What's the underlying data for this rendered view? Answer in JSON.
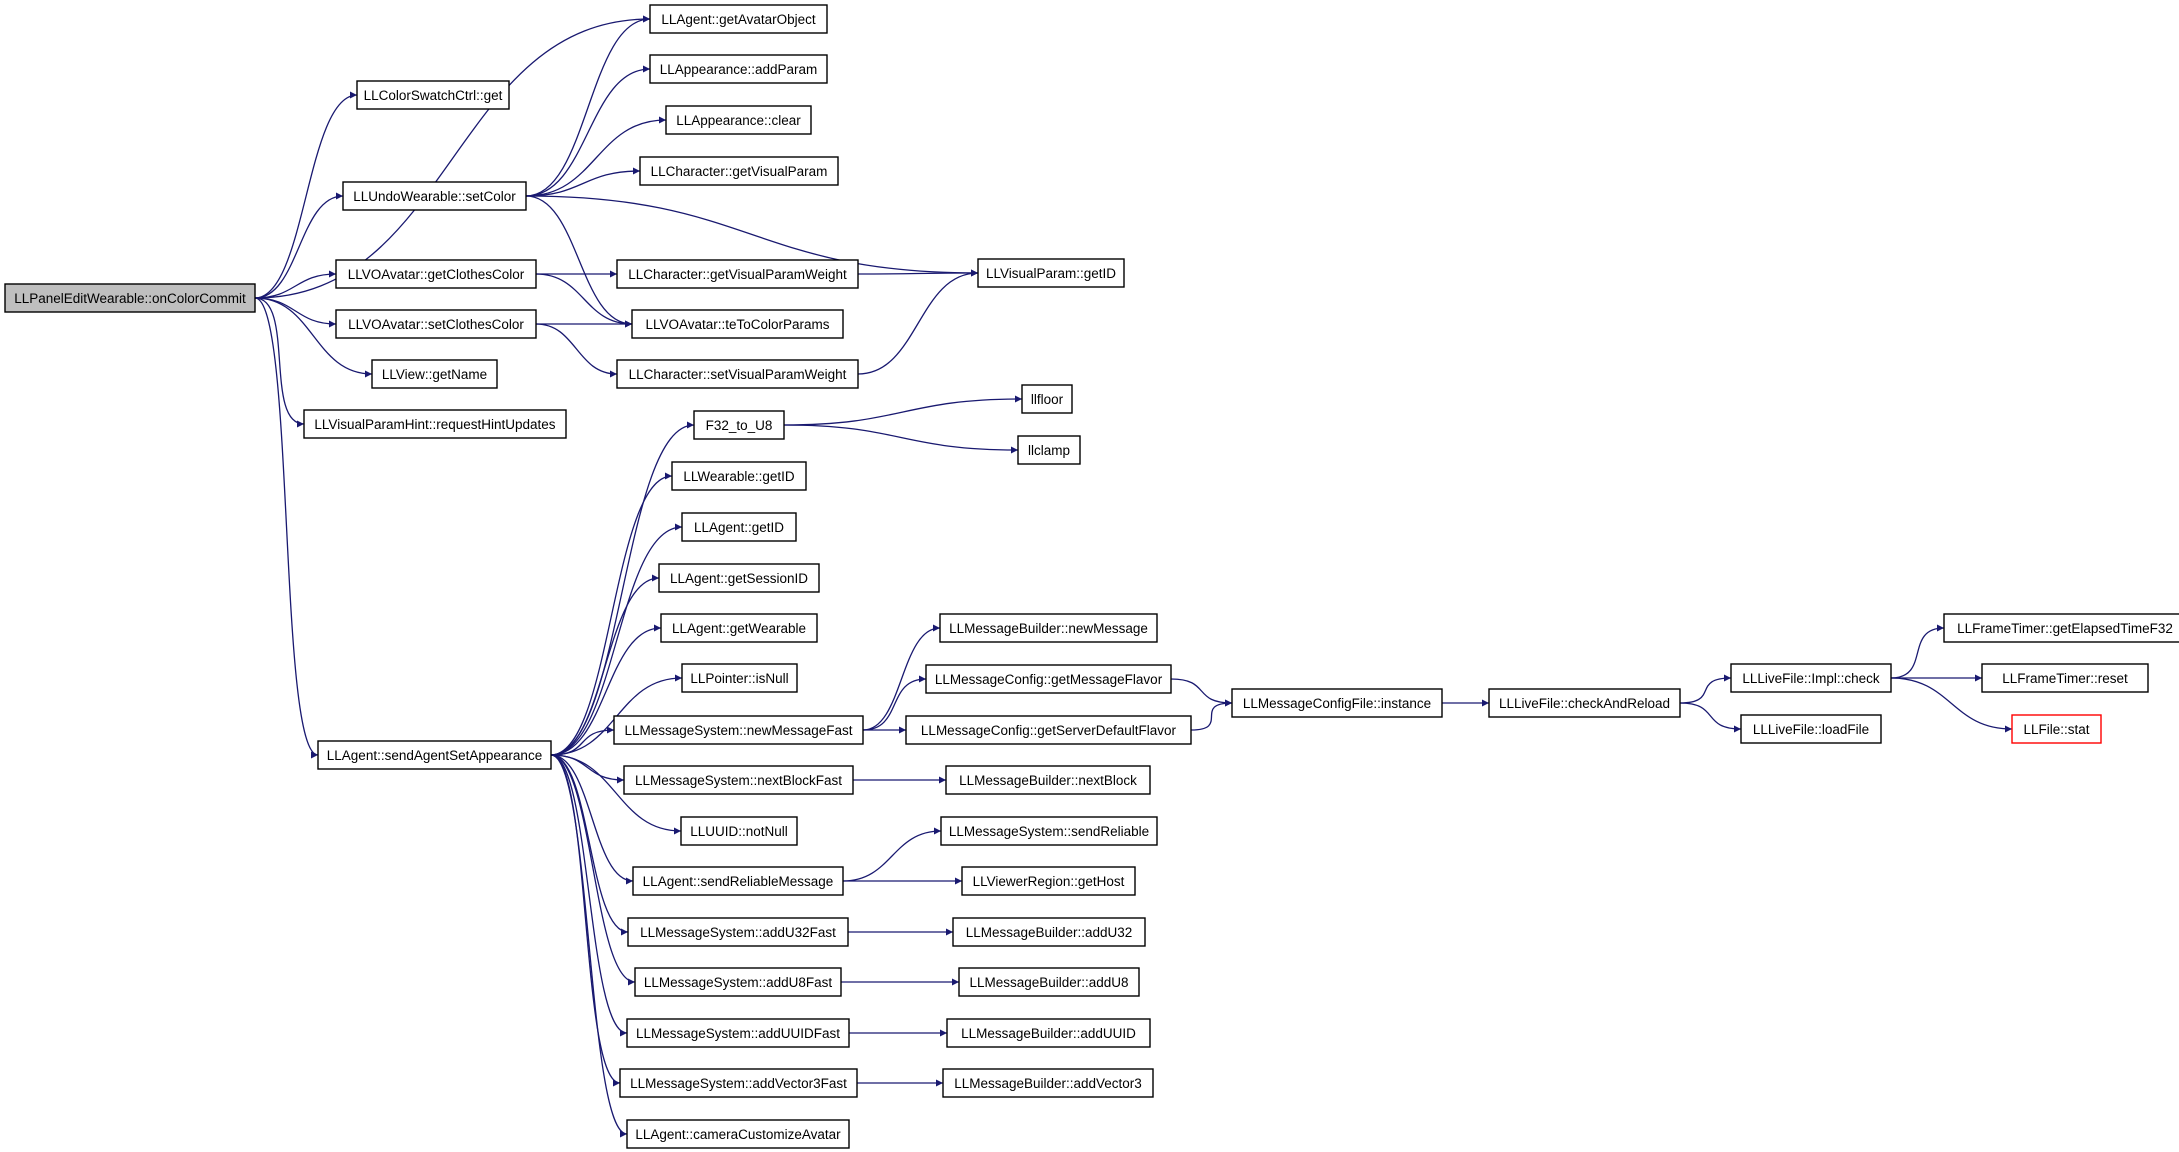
{
  "nodes": [
    {
      "id": "n0",
      "label": "LLPanelEditWearable::onColorCommit",
      "style": "root"
    },
    {
      "id": "n1",
      "label": "LLColorSwatchCtrl::get"
    },
    {
      "id": "n2",
      "label": "LLUndoWearable::setColor"
    },
    {
      "id": "n3",
      "label": "LLVOAvatar::getClothesColor"
    },
    {
      "id": "n4",
      "label": "LLVOAvatar::setClothesColor"
    },
    {
      "id": "n5",
      "label": "LLView::getName"
    },
    {
      "id": "n6",
      "label": "LLVisualParamHint::requestHintUpdates"
    },
    {
      "id": "n7",
      "label": "LLAgent::sendAgentSetAppearance"
    },
    {
      "id": "n8",
      "label": "LLAgent::getAvatarObject"
    },
    {
      "id": "n9",
      "label": "LLAppearance::addParam"
    },
    {
      "id": "n10",
      "label": "LLAppearance::clear"
    },
    {
      "id": "n11",
      "label": "LLCharacter::getVisualParam"
    },
    {
      "id": "n12",
      "label": "LLVisualParam::getID"
    },
    {
      "id": "n13",
      "label": "LLCharacter::getVisualParamWeight"
    },
    {
      "id": "n14",
      "label": "LLVOAvatar::teToColorParams"
    },
    {
      "id": "n15",
      "label": "LLCharacter::setVisualParamWeight"
    },
    {
      "id": "n16",
      "label": "F32_to_U8"
    },
    {
      "id": "n17",
      "label": "llfloor"
    },
    {
      "id": "n18",
      "label": "llclamp"
    },
    {
      "id": "n19",
      "label": "LLWearable::getID"
    },
    {
      "id": "n20",
      "label": "LLAgent::getID"
    },
    {
      "id": "n21",
      "label": "LLAgent::getSessionID"
    },
    {
      "id": "n22",
      "label": "LLAgent::getWearable"
    },
    {
      "id": "n23",
      "label": "LLPointer::isNull"
    },
    {
      "id": "n24",
      "label": "LLMessageSystem::newMessageFast"
    },
    {
      "id": "n25",
      "label": "LLMessageBuilder::newMessage"
    },
    {
      "id": "n26",
      "label": "LLMessageConfig::getMessageFlavor"
    },
    {
      "id": "n27",
      "label": "LLMessageConfig::getServerDefaultFlavor"
    },
    {
      "id": "n28",
      "label": "LLMessageConfigFile::instance"
    },
    {
      "id": "n29",
      "label": "LLLiveFile::checkAndReload"
    },
    {
      "id": "n30",
      "label": "LLLiveFile::Impl::check"
    },
    {
      "id": "n31",
      "label": "LLLiveFile::loadFile"
    },
    {
      "id": "n32",
      "label": "LLFrameTimer::getElapsedTimeF32"
    },
    {
      "id": "n33",
      "label": "LLFrameTimer::reset"
    },
    {
      "id": "n34",
      "label": "LLFile::stat",
      "style": "truncated"
    },
    {
      "id": "n35",
      "label": "LLMessageSystem::nextBlockFast"
    },
    {
      "id": "n36",
      "label": "LLMessageBuilder::nextBlock"
    },
    {
      "id": "n37",
      "label": "LLUUID::notNull"
    },
    {
      "id": "n38",
      "label": "LLMessageSystem::sendReliable"
    },
    {
      "id": "n39",
      "label": "LLAgent::sendReliableMessage"
    },
    {
      "id": "n40",
      "label": "LLViewerRegion::getHost"
    },
    {
      "id": "n41",
      "label": "LLMessageSystem::addU32Fast"
    },
    {
      "id": "n42",
      "label": "LLMessageBuilder::addU32"
    },
    {
      "id": "n43",
      "label": "LLMessageSystem::addU8Fast"
    },
    {
      "id": "n44",
      "label": "LLMessageBuilder::addU8"
    },
    {
      "id": "n45",
      "label": "LLMessageSystem::addUUIDFast"
    },
    {
      "id": "n46",
      "label": "LLMessageBuilder::addUUID"
    },
    {
      "id": "n47",
      "label": "LLMessageSystem::addVector3Fast"
    },
    {
      "id": "n48",
      "label": "LLMessageBuilder::addVector3"
    },
    {
      "id": "n49",
      "label": "LLAgent::cameraCustomizeAvatar"
    }
  ],
  "edges": [
    [
      "n0",
      "n1"
    ],
    [
      "n0",
      "n2"
    ],
    [
      "n0",
      "n3"
    ],
    [
      "n0",
      "n4"
    ],
    [
      "n0",
      "n5"
    ],
    [
      "n0",
      "n6"
    ],
    [
      "n0",
      "n7"
    ],
    [
      "n0",
      "n8"
    ],
    [
      "n2",
      "n8"
    ],
    [
      "n2",
      "n9"
    ],
    [
      "n2",
      "n10"
    ],
    [
      "n2",
      "n11"
    ],
    [
      "n2",
      "n12"
    ],
    [
      "n2",
      "n14"
    ],
    [
      "n3",
      "n13"
    ],
    [
      "n3",
      "n14"
    ],
    [
      "n4",
      "n14"
    ],
    [
      "n4",
      "n15"
    ],
    [
      "n13",
      "n12"
    ],
    [
      "n15",
      "n12"
    ],
    [
      "n7",
      "n16"
    ],
    [
      "n7",
      "n19"
    ],
    [
      "n7",
      "n20"
    ],
    [
      "n7",
      "n21"
    ],
    [
      "n7",
      "n22"
    ],
    [
      "n7",
      "n23"
    ],
    [
      "n7",
      "n24"
    ],
    [
      "n7",
      "n35"
    ],
    [
      "n7",
      "n37"
    ],
    [
      "n7",
      "n39"
    ],
    [
      "n7",
      "n41"
    ],
    [
      "n7",
      "n43"
    ],
    [
      "n7",
      "n45"
    ],
    [
      "n7",
      "n47"
    ],
    [
      "n7",
      "n49"
    ],
    [
      "n16",
      "n17"
    ],
    [
      "n16",
      "n18"
    ],
    [
      "n24",
      "n25"
    ],
    [
      "n24",
      "n26"
    ],
    [
      "n24",
      "n27"
    ],
    [
      "n26",
      "n28"
    ],
    [
      "n27",
      "n28"
    ],
    [
      "n28",
      "n29"
    ],
    [
      "n29",
      "n30"
    ],
    [
      "n29",
      "n31"
    ],
    [
      "n30",
      "n32"
    ],
    [
      "n30",
      "n33"
    ],
    [
      "n30",
      "n34"
    ],
    [
      "n35",
      "n36"
    ],
    [
      "n39",
      "n38"
    ],
    [
      "n39",
      "n40"
    ],
    [
      "n41",
      "n42"
    ],
    [
      "n43",
      "n44"
    ],
    [
      "n45",
      "n46"
    ],
    [
      "n47",
      "n48"
    ]
  ]
}
